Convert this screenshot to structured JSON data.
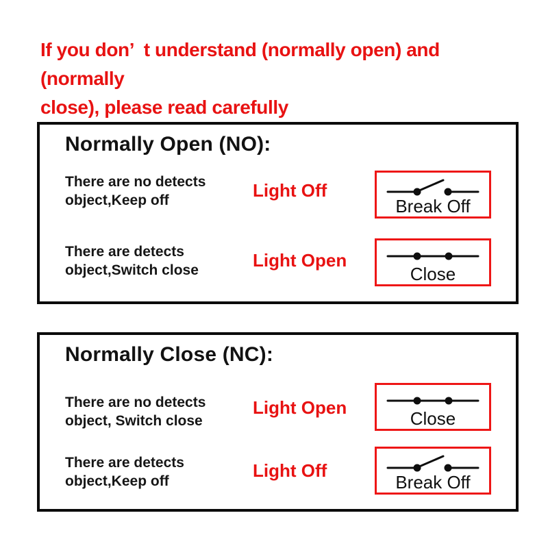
{
  "page": {
    "background_color": "#ffffff",
    "accent_red": "#e81212",
    "panel_border_color": "#0b0b0b",
    "text_color": "#141414"
  },
  "header": {
    "line1": "If you don’ t understand (normally open) and (normally",
    "line2": "close), please read carefully"
  },
  "sections": [
    {
      "title": "Normally Open (NO):",
      "rows": [
        {
          "desc_line1": "There are no detects",
          "desc_line2": "object,Keep off",
          "light_label": "Light Off",
          "switch_state_label": "Break Off",
          "switch_icon": "switch-open-icon"
        },
        {
          "desc_line1": "There are detects",
          "desc_line2": "object,Switch close",
          "light_label": "Light Open",
          "switch_state_label": "Close",
          "switch_icon": "switch-closed-icon"
        }
      ]
    },
    {
      "title": "Normally Close (NC):",
      "rows": [
        {
          "desc_line1": "There are no detects",
          "desc_line2": "object, Switch close",
          "light_label": "Light Open",
          "switch_state_label": "Close",
          "switch_icon": "switch-closed-icon"
        },
        {
          "desc_line1": "There are detects",
          "desc_line2": "object,Keep off",
          "light_label": "Light Off",
          "switch_state_label": "Break Off",
          "switch_icon": "switch-open-icon"
        }
      ]
    }
  ]
}
